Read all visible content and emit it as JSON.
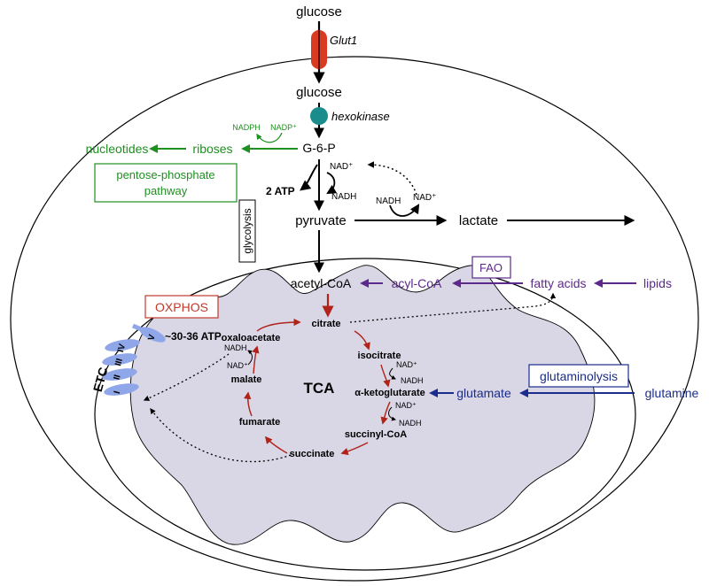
{
  "colors": {
    "black": "#000000",
    "glycolysis": "#000000",
    "ppp": "#1e9020",
    "fao": "#5b2a8a",
    "glutaminolysis": "#1a2c8c",
    "tca": "#b02318",
    "oxphos_box": "#c0392b",
    "transporter": "#d93a22",
    "hexokinase": "#1a8c8c",
    "mito_fill": "#d9d6e6",
    "etc_fill": "#8fa6e8"
  },
  "glycolysis": {
    "glucose_out": "glucose",
    "transporter": "Glut1",
    "glucose_in": "glucose",
    "enzyme": "hexokinase",
    "g6p": "G-6-P",
    "atp": "2 ATP",
    "nad": "NAD⁺",
    "nadh": "NADH",
    "box_label": "glycolysis",
    "pyruvate": "pyruvate",
    "ldh_nadh": "NADH",
    "ldh_nad": "NAD⁺",
    "lactate": "lactate"
  },
  "ppp": {
    "nadph": "NADPH",
    "nadp": "NADP⁺",
    "riboses": "riboses",
    "nucleotides": "nucleotides",
    "box_line1": "pentose-phosphate",
    "box_line2": "pathway"
  },
  "fao": {
    "box_label": "FAO",
    "acetyl_coa": "acetyl-CoA",
    "acyl_coa": "acyl-CoA",
    "fatty_acids": "fatty acids",
    "lipids": "lipids"
  },
  "glutaminolysis": {
    "box_label": "glutaminolysis",
    "glutamate": "glutamate",
    "glutamine": "glutamine"
  },
  "tca": {
    "label": "TCA",
    "citrate": "citrate",
    "isocitrate": "isocitrate",
    "akg": "α-ketoglutarate",
    "succinyl_coa": "succinyl-CoA",
    "succinate": "succinate",
    "fumarate": "fumarate",
    "malate": "malate",
    "oxaloacetate": "oxaloacetate",
    "nad": "NAD⁺",
    "nadh": "NADH"
  },
  "oxphos": {
    "box_label": "OXPHOS",
    "etc_label": "ETC",
    "atp": "~30-36 ATP",
    "complexes": [
      "I",
      "II",
      "III",
      "IV",
      "V"
    ]
  }
}
